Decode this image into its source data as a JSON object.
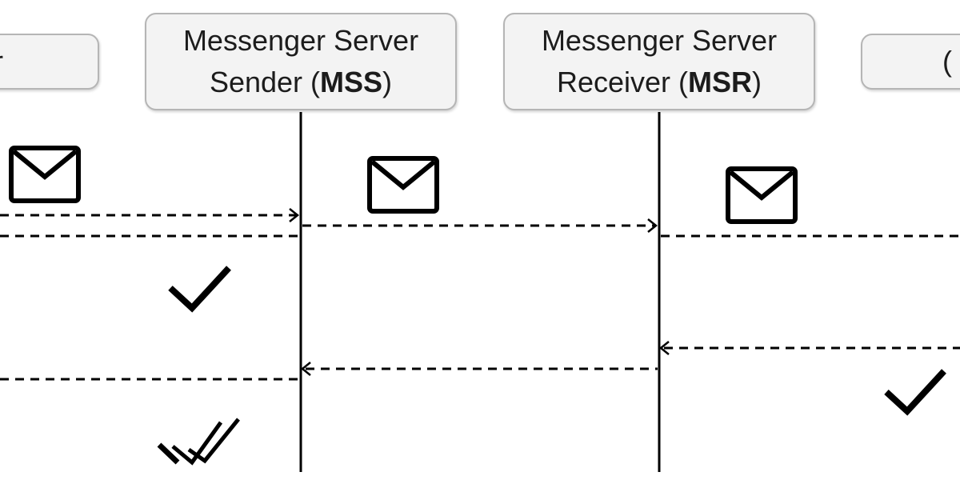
{
  "actors": {
    "left_partial": {
      "label": "r"
    },
    "mss": {
      "line1": "Messenger Server",
      "line2_prefix": "Sender (",
      "line2_abbr": "MSS",
      "line2_suffix": ")"
    },
    "msr": {
      "line1": "Messenger Server",
      "line2_prefix": "Receiver (",
      "line2_abbr": "MSR",
      "line2_suffix": ")"
    },
    "right_partial": {
      "label": "("
    }
  },
  "icons": [
    "envelope-icon",
    "checkmark-icon",
    "double-checkmark-icon"
  ],
  "colors": {
    "box_fill": "#f3f3f3",
    "box_border": "#b5b5b5",
    "line": "#000000"
  }
}
